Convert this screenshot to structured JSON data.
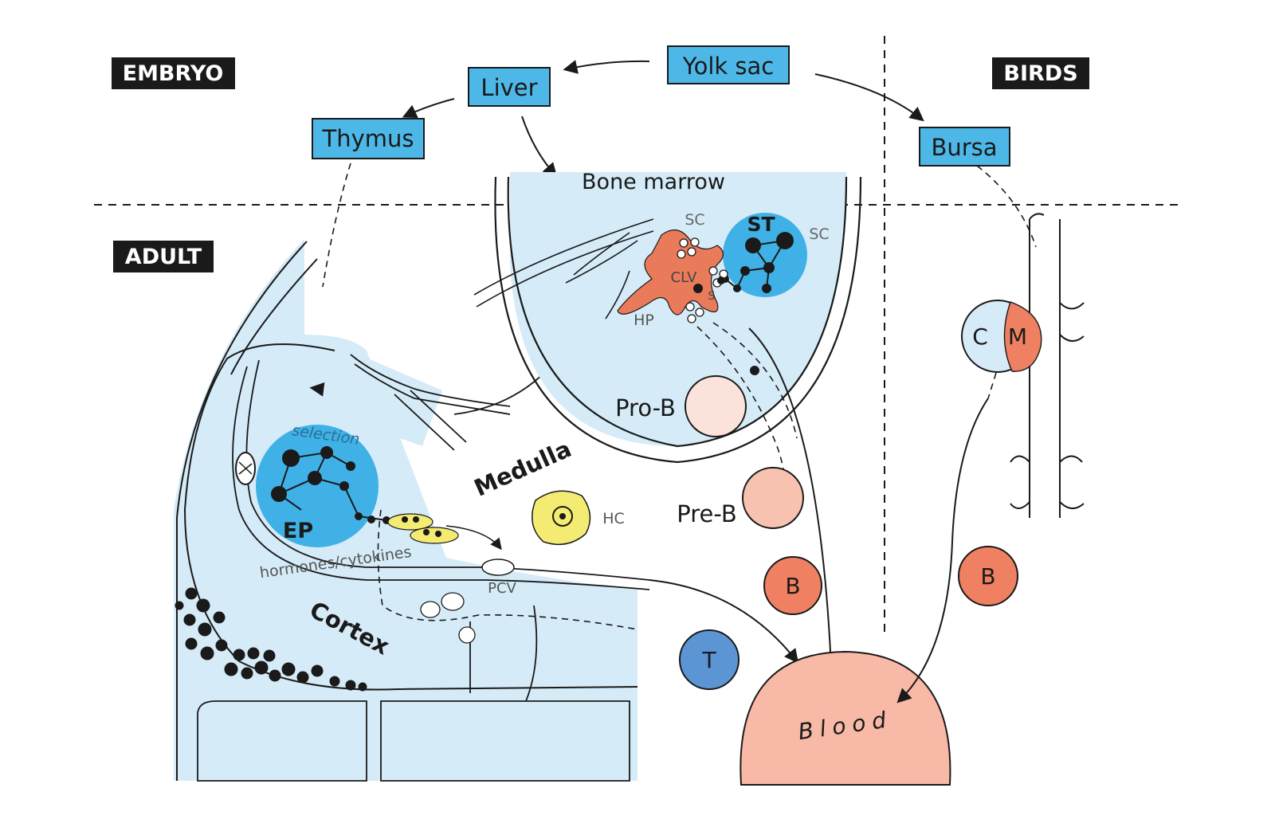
{
  "section_labels": {
    "embryo": "EMBRYO",
    "adult": "ADULT",
    "birds": "BIRDS"
  },
  "organs": {
    "yolk_sac": "Yolk sac",
    "liver": "Liver",
    "thymus": "Thymus",
    "bursa": "Bursa",
    "bone_marrow": "Bone marrow",
    "medulla": "Medulla",
    "cortex": "Cortex",
    "blood": "Blood"
  },
  "cell_labels": {
    "pro_b": "Pro-B",
    "pre_b": "Pre-B",
    "b_blood": "B",
    "b_birds": "B",
    "t": "T",
    "c": "C",
    "m": "M"
  },
  "annotations": {
    "sc_left": "SC",
    "sc_right": "SC",
    "st": "ST",
    "clv": "CLV",
    "s": "S",
    "hp": "HP",
    "selection": "selection",
    "ep": "EP",
    "hc": "HC",
    "hormones": "hormones/cytokines",
    "pcv": "PCV"
  },
  "colors": {
    "box_fill": "#4db8e8",
    "tissue_blue": "#d5ebf7",
    "niche_blue": "#3fb1e6",
    "stromal_red": "#ea7b5a",
    "pro_b": "#fbe3dc",
    "pre_b": "#f8c2b0",
    "b_cell": "#ef8062",
    "t_cell": "#5b95d3",
    "blood": "#f8b9a6",
    "hc_yellow": "#f4ec72",
    "label_bg": "#1a1a1a"
  }
}
